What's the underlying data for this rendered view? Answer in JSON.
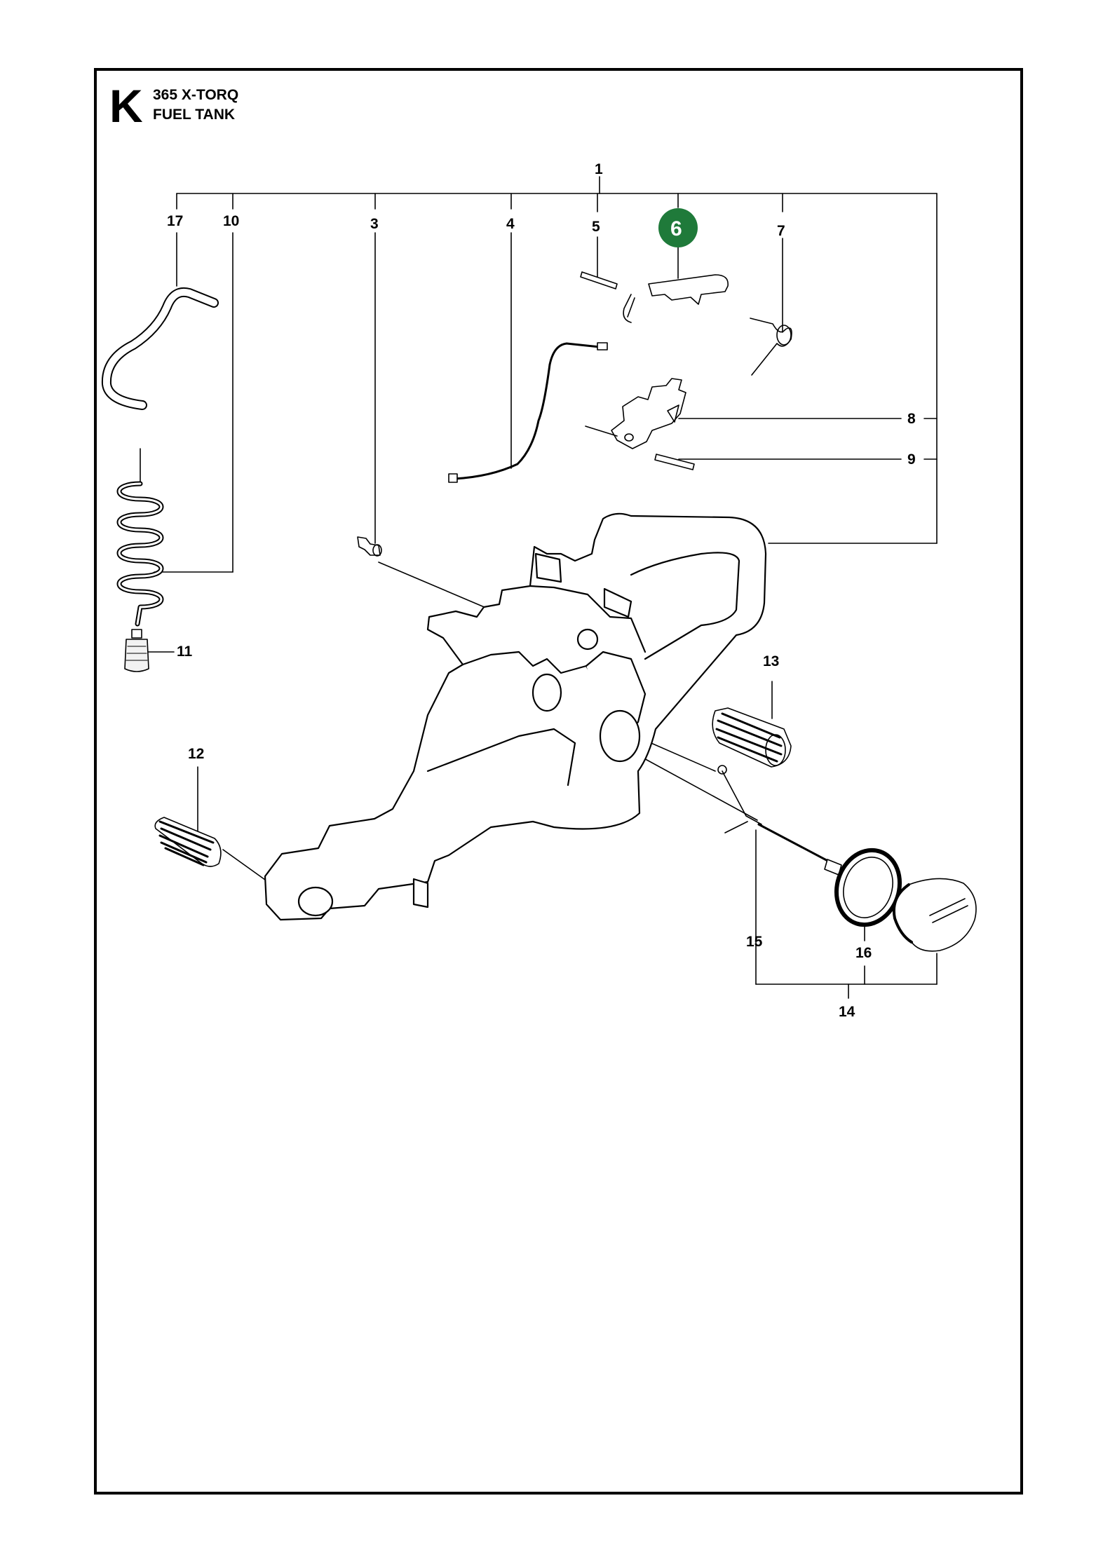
{
  "header": {
    "section_letter": "K",
    "model": "365 X-TORQ",
    "assembly": "FUEL TANK"
  },
  "callouts": {
    "c1": "1",
    "c3": "3",
    "c4": "4",
    "c5": "5",
    "c6": "6",
    "c7": "7",
    "c8": "8",
    "c9": "9",
    "c10": "10",
    "c11": "11",
    "c12": "12",
    "c13": "13",
    "c14": "14",
    "c15": "15",
    "c16": "16",
    "c17": "17"
  },
  "colors": {
    "highlight": "#1f7a3a",
    "line": "#000000"
  }
}
